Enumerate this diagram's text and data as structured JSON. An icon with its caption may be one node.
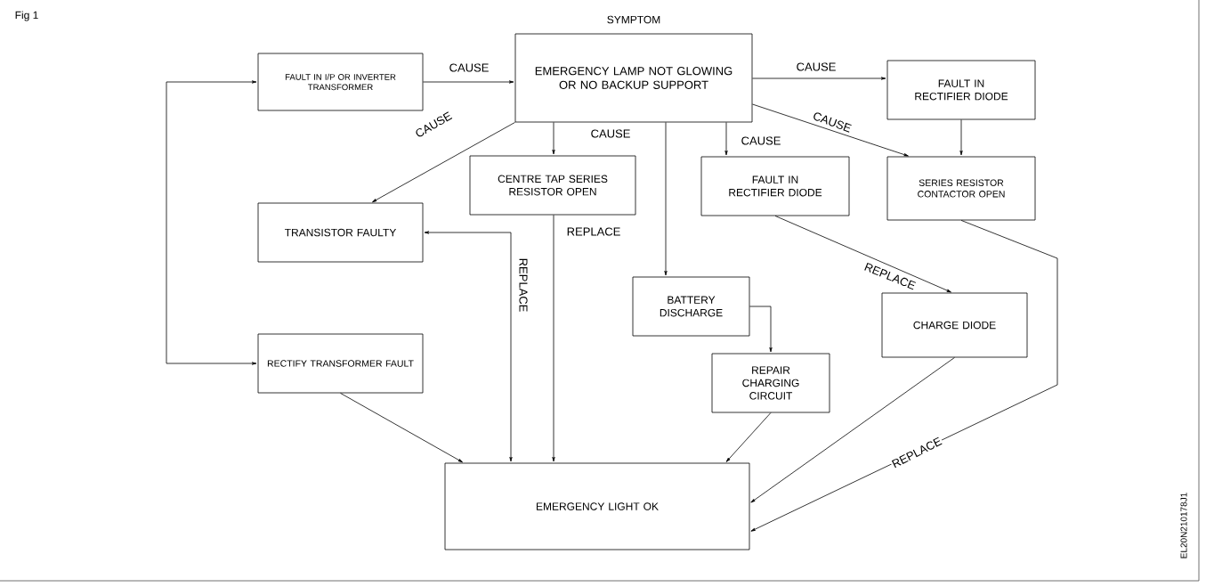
{
  "diagram": {
    "nodes": [
      {
        "text": [
          "FAULT IN I/P OR INVERTER TRANSFORMER"
        ]
      },
      {
        "text": [
          "SYMPTOM",
          "EMERGENCY LAMP NOT GLOWING OR NO BACKUP SUPPORT"
        ]
      },
      {
        "text": [
          "FAULT IN RECTIFIER DIODE"
        ]
      },
      {
        "text": [
          "CENTRE TAP SERIES RESISTOR OPEN"
        ]
      },
      {
        "text": [
          "FAULT IN RECTIFIER DIODE"
        ]
      },
      {
        "text": [
          "SERIES RESISTOR CONTACTOR OPEN"
        ]
      },
      {
        "text": [
          "TRANSISTOR FAULTY"
        ]
      },
      {
        "text": [
          "BATTERY DISCHARGE"
        ]
      },
      {
        "text": [
          "CHARGE DIODE"
        ]
      },
      {
        "text": [
          "REPAIR CHARGING CIRCUIT"
        ]
      },
      {
        "text": [
          "RECTIFY TRANSFORMER FAULT"
        ]
      },
      {
        "text": [
          "EMERGENCY LIGHT OK"
        ]
      }
    ],
    "edges": [
      {
        "from": 0,
        "to": 1,
        "arrow": "to",
        "label": "CAUSE"
      },
      {
        "from": 1,
        "to": 2,
        "arrow": "to",
        "label": "CAUSE"
      },
      {
        "from": 1,
        "to": 6,
        "arrow": "to",
        "label": "CAUSE"
      },
      {
        "from": 1,
        "to": 3,
        "arrow": "to",
        "label": "CAUSE"
      },
      {
        "from": 1,
        "to": 7,
        "arrow": "to"
      },
      {
        "from": 1,
        "to": 4,
        "arrow": "to",
        "label": "CAUSE"
      },
      {
        "from": 1,
        "to": 5,
        "arrow": "to",
        "label": "CAUSE"
      },
      {
        "from": 2,
        "to": 5,
        "arrow": "to"
      },
      {
        "from": 4,
        "to": 8,
        "arrow": "to",
        "label": "REPLACE"
      },
      {
        "from": 7,
        "to": 9,
        "arrow": "to"
      },
      {
        "from": 6,
        "to": 11,
        "arrow": "both",
        "label": "REPLACE"
      },
      {
        "from": 3,
        "to": 11,
        "arrow": "to",
        "label": "REPLACE"
      },
      {
        "from": 10,
        "to": 11,
        "arrow": "to"
      },
      {
        "from": 9,
        "to": 11,
        "arrow": "to"
      },
      {
        "from": 8,
        "to": 11,
        "arrow": "to"
      },
      {
        "from": 5,
        "to": 11,
        "arrow": "to",
        "label": "REPLACE"
      },
      {
        "from": 0,
        "to": 10,
        "arrow": "both"
      }
    ],
    "labels": [
      "Fig 1",
      "EL20N210178J1"
    ]
  }
}
